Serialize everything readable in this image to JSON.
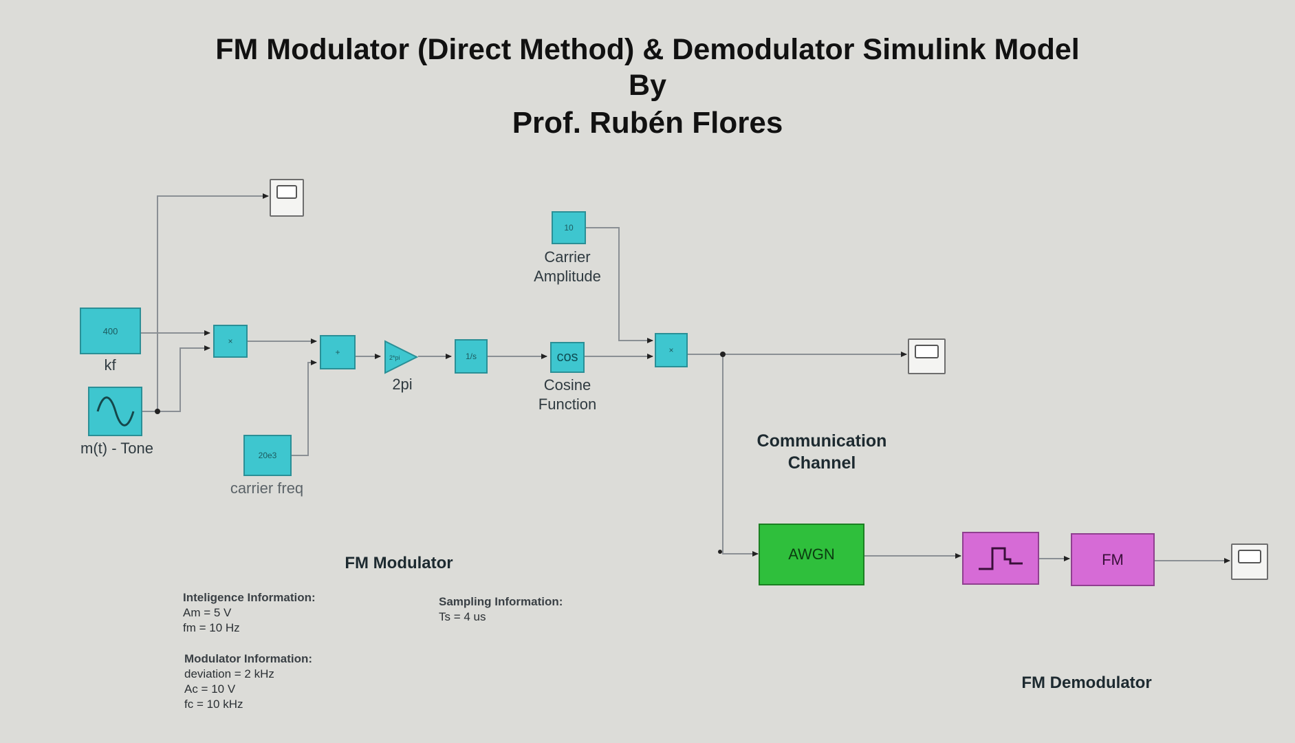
{
  "title": {
    "line1": "FM Modulator (Direct Method) & Demodulator Simulink Model",
    "line2": "By",
    "line3": "Prof. Rubén Flores"
  },
  "blocks": {
    "kf": {
      "value": "400",
      "label": "kf"
    },
    "tone": {
      "label": "m(t) - Tone"
    },
    "product1": {
      "symbol": "×"
    },
    "sum": {
      "symbol": "+"
    },
    "gain": {
      "symbol": "2*pi",
      "label": "2pi"
    },
    "integrator": {
      "symbol": "1/s"
    },
    "carrier_amplitude": {
      "value": "10",
      "label_line1": "Carrier",
      "label_line2": "Amplitude"
    },
    "cosine": {
      "symbol": "cos",
      "label_line1": "Cosine",
      "label_line2": "Function"
    },
    "product2": {
      "symbol": "×"
    },
    "carrier_freq": {
      "value": "20e3",
      "label": "carrier freq"
    },
    "awgn": {
      "label": "AWGN"
    },
    "demod": {
      "label": "FM"
    }
  },
  "sections": {
    "channel_line1": "Communication",
    "channel_line2": "Channel",
    "modulator": "FM Modulator",
    "demodulator": "FM Demodulator"
  },
  "info": {
    "intelligence": {
      "heading": "Inteligence Information:",
      "lines": [
        "Am = 5 V",
        "fm = 10 Hz"
      ]
    },
    "sampling": {
      "heading": "Sampling  Information:",
      "lines": [
        "Ts = 4 us"
      ]
    },
    "modulator": {
      "heading": "Modulator Information:",
      "lines": [
        "deviation = 2 kHz",
        "Ac = 10 V",
        "fc = 10 kHz"
      ]
    }
  },
  "colors": {
    "block_cyan": "#3ec6cf",
    "awgn_green": "#2fbf3c",
    "demod_magenta": "#d66bd6",
    "wire": "#8a8f94",
    "background": "#dcdcd8"
  }
}
